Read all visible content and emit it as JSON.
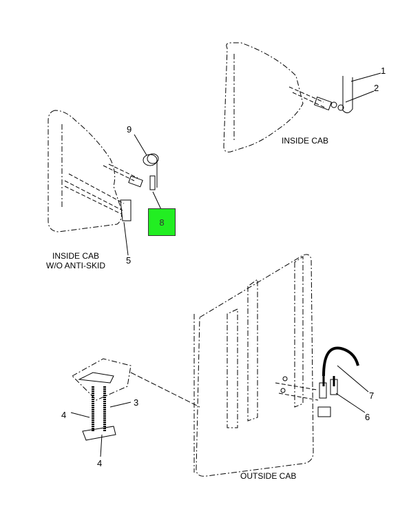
{
  "diagram": {
    "callouts": {
      "c1": "1",
      "c2": "2",
      "c3": "3",
      "c4a": "4",
      "c4b": "4",
      "c5": "5",
      "c6": "6",
      "c7": "7",
      "c8": "8",
      "c9": "9"
    },
    "views": {
      "inside_cab": "INSIDE CAB",
      "inside_cab_anti_skid_line1": "INSIDE CAB",
      "inside_cab_anti_skid_line2": "W/O ANTI-SKID",
      "outside_cab": "OUTSIDE CAB"
    },
    "highlight_color": "#22ee22"
  }
}
